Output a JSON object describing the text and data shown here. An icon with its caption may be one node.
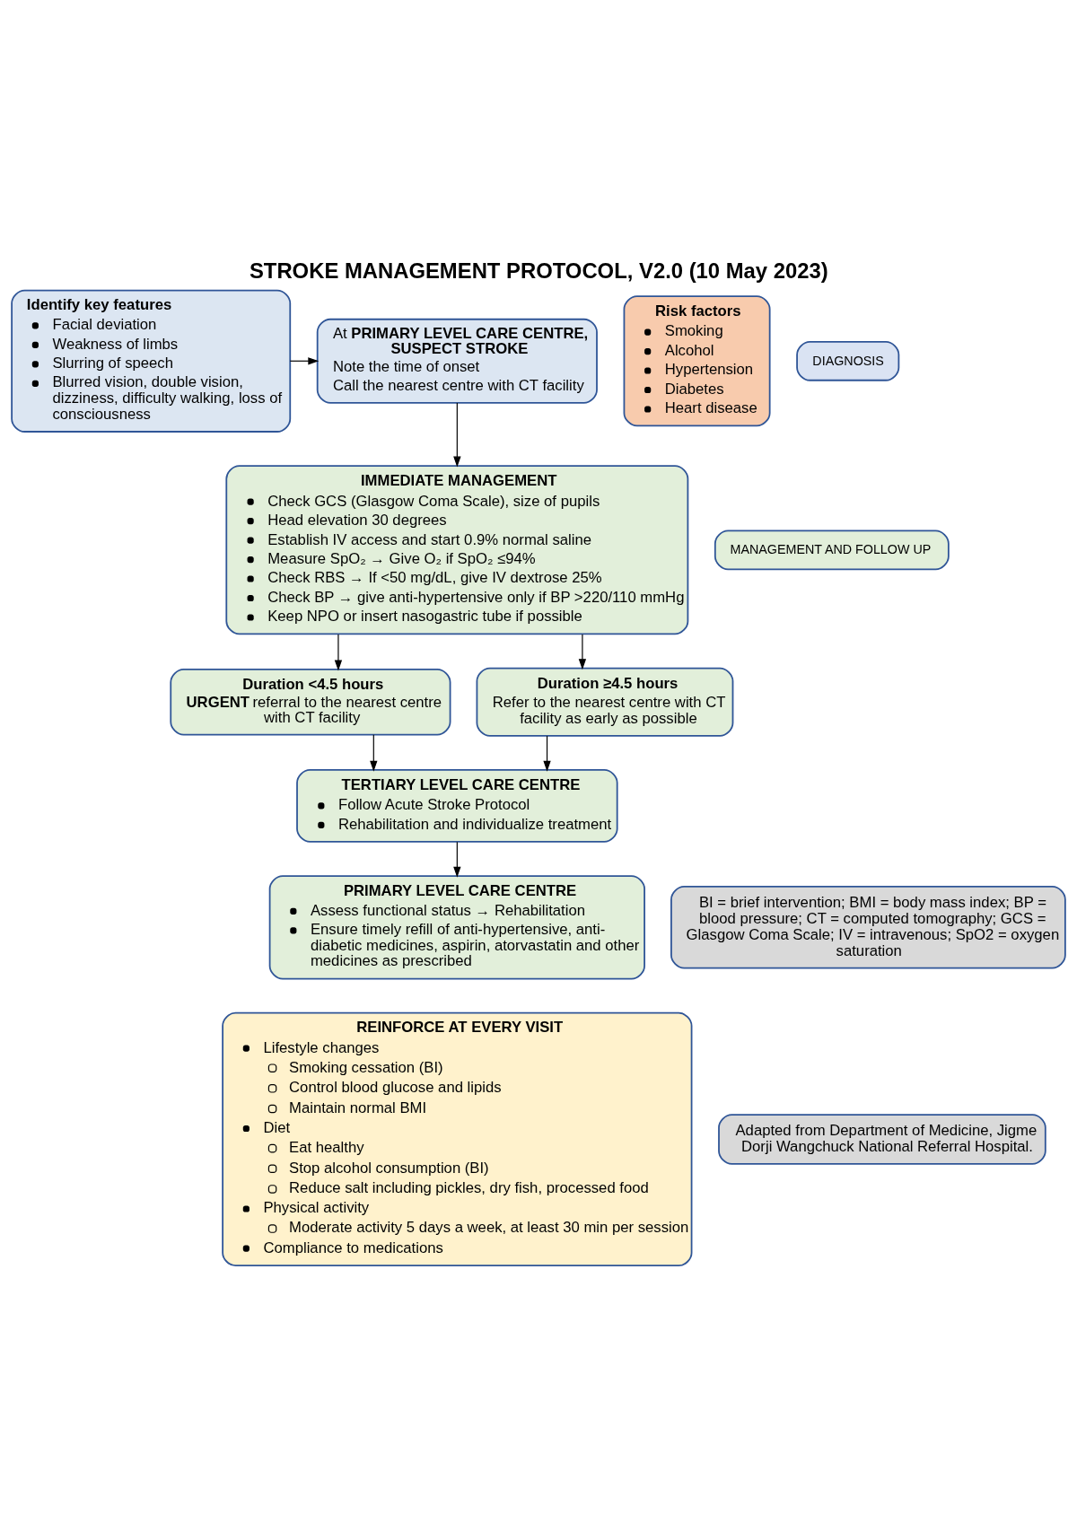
{
  "diagram": {
    "title": "STROKE MANAGEMENT PROTOCOL, V2.0 (10 May 2023)",
    "nodes": [
      {
        "text": [
          "Identify key features",
          "Facial deviation",
          "Weakness of limbs",
          "Slurring of speech",
          "Blurred vision, double vision, dizziness, difficulty walking, loss of consciousness"
        ]
      },
      {
        "text": [
          "At **PRIMARY LEVEL CARE CENTRE, SUSPECT STROKE**",
          "Note the time of onset",
          "Call the nearest centre with CT facility"
        ]
      },
      {
        "text": [
          "Risk factors",
          "Smoking",
          "Alcohol",
          "Hypertension",
          "Diabetes",
          "Heart disease"
        ]
      },
      {
        "text": [
          "DIAGNOSIS"
        ]
      },
      {
        "text": [
          "IMMEDIATE MANAGEMENT",
          "Check GCS (Glasgow Coma Scale), size of pupils",
          "Head elevation 30 degrees",
          "Establish IV access and start 0.9% normal saline",
          "Measure SpO₂ → Give O₂ if SpO₂ ≤94%",
          "Check RBS → If <50 mg/dL, give IV dextrose 25%",
          "Check BP → give anti-hypertensive only if BP >220/110 mmHg",
          "Keep NPO or insert nasogastric tube if possible"
        ]
      },
      {
        "text": [
          "MANAGEMENT AND FOLLOW UP"
        ]
      },
      {
        "text": [
          "Duration <4.5 hours",
          "**URGENT** referral to the nearest centre with CT facility"
        ]
      },
      {
        "text": [
          "Duration ≥4.5 hours",
          "Refer to the nearest centre with CT facility as early as possible"
        ]
      },
      {
        "text": [
          "TERTIARY LEVEL CARE CENTRE",
          "Follow Acute Stroke Protocol",
          "Rehabilitation and individualize treatment"
        ]
      },
      {
        "text": [
          "PRIMARY LEVEL CARE CENTRE",
          "Assess functional status → Rehabilitation",
          "Ensure timely refill of anti-hypertensive, anti-diabetic medicines, aspirin, atorvastatin and other medicines as prescribed"
        ]
      },
      {
        "text": [
          "REINFORCE AT EVERY VISIT",
          "Lifestyle changes",
          "Smoking cessation (BI)",
          "Control blood glucose and lipids",
          "Maintain normal BMI",
          "Diet",
          "Eat healthy",
          "Stop alcohol consumption (BI)",
          "Reduce salt including pickles, dry fish, processed food",
          "Physical activity",
          "Moderate activity 5 days a week, at least 30 min per session",
          "Compliance to medications"
        ]
      },
      {
        "text": [
          "BI = brief intervention; BMI = body mass index; BP = blood pressure; CT = computed tomography; GCS = Glasgow Coma Scale; IV = intravenous; SpO2 = oxygen saturation"
        ]
      },
      {
        "text": [
          "Adapted from Department of Medicine, Jigme Dorji Wangchuck National Referral Hospital."
        ]
      }
    ],
    "edges": [
      {
        "from": 0,
        "to": 1,
        "arrow": "to"
      },
      {
        "from": 1,
        "to": 4,
        "arrow": "to"
      },
      {
        "from": 4,
        "to": 6,
        "arrow": "to"
      },
      {
        "from": 4,
        "to": 7,
        "arrow": "to"
      },
      {
        "from": 6,
        "to": 8,
        "arrow": "to"
      },
      {
        "from": 7,
        "to": 8,
        "arrow": "to"
      },
      {
        "from": 8,
        "to": 9,
        "arrow": "to"
      }
    ]
  }
}
